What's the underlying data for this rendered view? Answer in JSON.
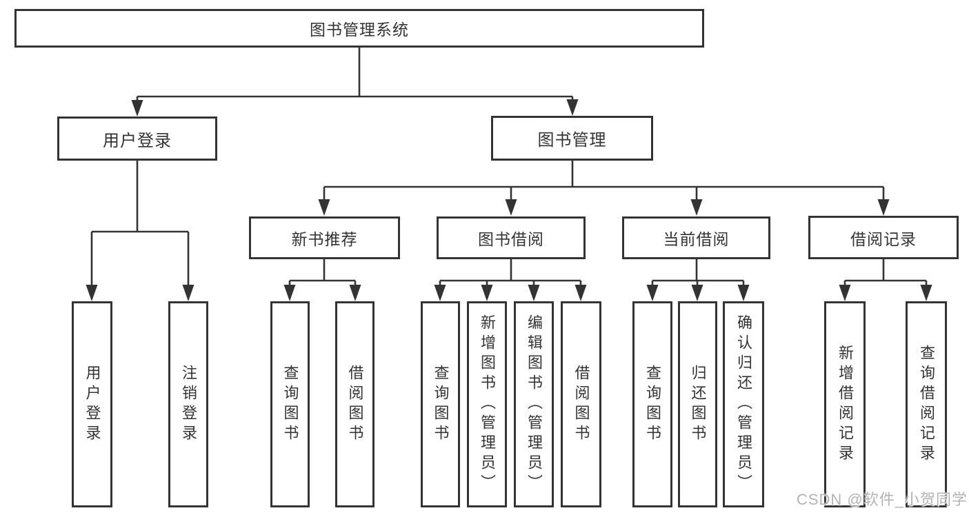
{
  "nodes": {
    "root": "图书管理系统",
    "user_login": "用户登录",
    "book_management": "图书管理",
    "new_book_recommend": "新书推荐",
    "book_borrow": "图书借阅",
    "current_borrow": "当前借阅",
    "borrow_records": "借阅记录",
    "leaf_user_login": "用户登录",
    "leaf_logout": "注销登录",
    "leaf_query_book_a": "查询图书",
    "leaf_borrow_book_a": "借阅图书",
    "leaf_query_book_b": "查询图书",
    "leaf_add_book_admin": "新增图书（管理员）",
    "leaf_edit_book_admin": "编辑图书（管理员）",
    "leaf_borrow_book_b": "借阅图书",
    "leaf_query_book_c": "查询图书",
    "leaf_return_book": "归还图书",
    "leaf_confirm_return_admin": "确认归还（管理员）",
    "leaf_add_borrow_record": "新增借阅记录",
    "leaf_query_borrow_record": "查询借阅记录"
  },
  "watermark": "CSDN @软件_小贺同学",
  "colors": {
    "line": "#333333",
    "text": "#333333",
    "watermark": "#b3b3b3",
    "background": "#ffffff"
  }
}
